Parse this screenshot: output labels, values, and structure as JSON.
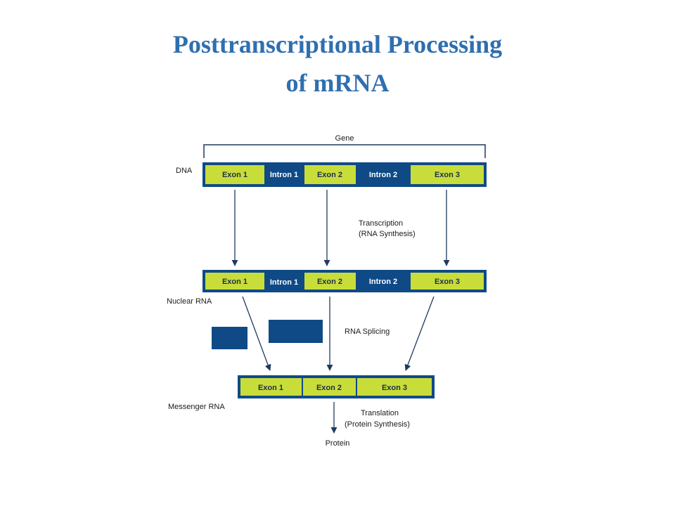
{
  "slide": {
    "title_line1": "Posttranscriptional Processing",
    "title_line2": "of mRNA"
  },
  "diagram": {
    "gene_label": "Gene",
    "dna_label": "DNA",
    "nuclear_rna_label": "Nuclear RNA",
    "messenger_rna_label": "Messenger RNA",
    "protein_label": "Protein",
    "transcription_line1": "Transcription",
    "transcription_line2": "(RNA Synthesis)",
    "splicing_label": "RNA Splicing",
    "translation_line1": "Translation",
    "translation_line2": "(Protein Synthesis)",
    "dna_segments": {
      "exon1": "Exon 1",
      "intron1": "Intron 1",
      "exon2": "Exon 2",
      "intron2": "Intron 2",
      "exon3": "Exon 3"
    },
    "nuclear_segments": {
      "exon1": "Exon 1",
      "intron1": "Intron 1",
      "exon2": "Exon 2",
      "intron2": "Intron 2",
      "exon3": "Exon 3"
    },
    "mrna_segments": {
      "exon1": "Exon 1",
      "exon2": "Exon 2",
      "exon3": "Exon 3"
    },
    "colors": {
      "exon": "#c9dd3a",
      "intron": "#0f4a86",
      "strand": "#0f4a86",
      "arrow": "#1e3a5f",
      "title": "#2f6fb0"
    }
  }
}
